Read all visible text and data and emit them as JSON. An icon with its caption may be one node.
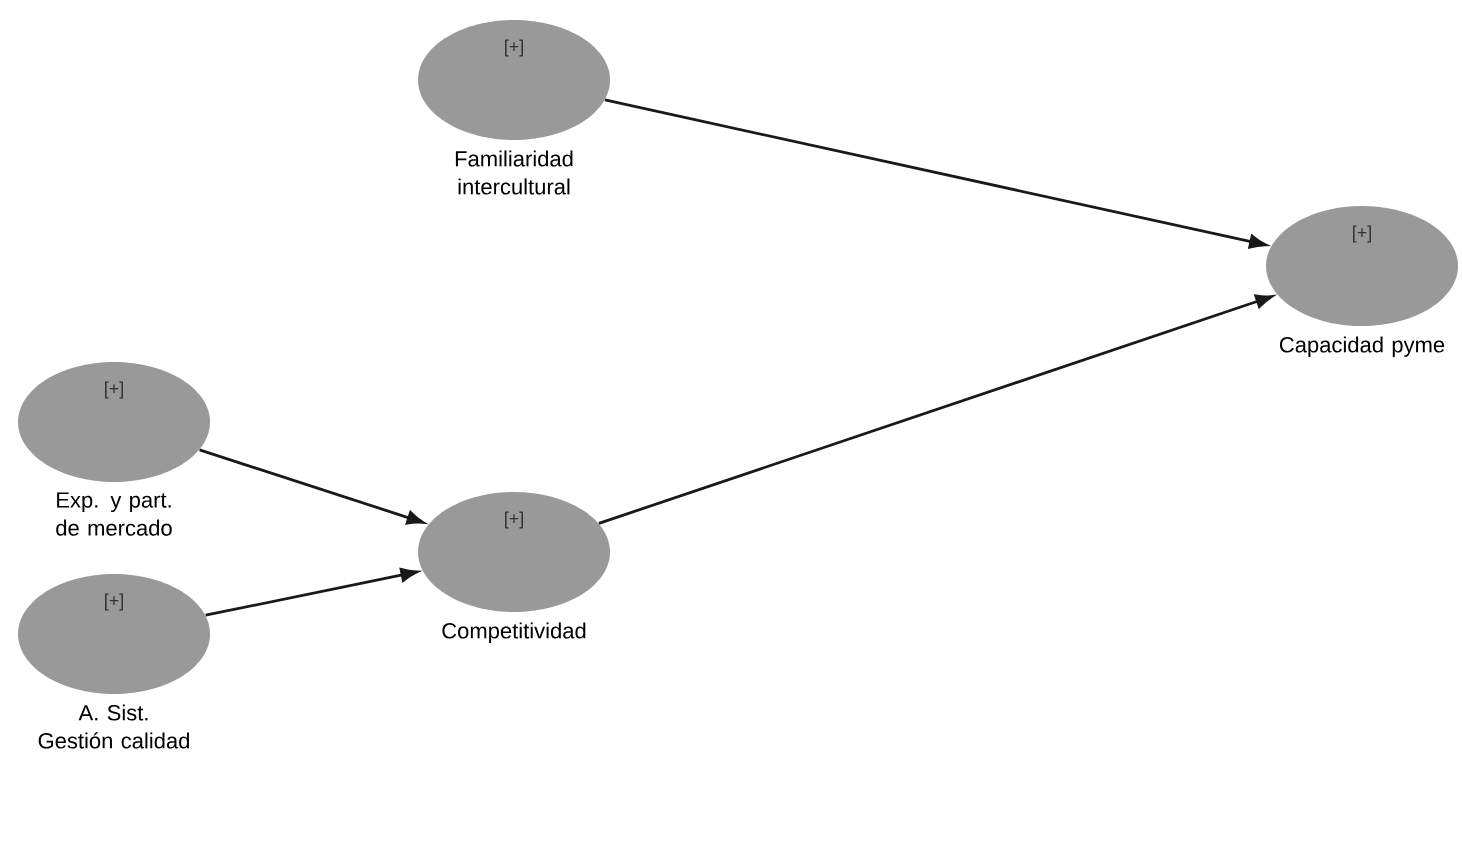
{
  "diagram": {
    "nodes": [
      {
        "text": [
          "[+]",
          "Familiaridad intercultural"
        ]
      },
      {
        "text": [
          "[+]",
          "Capacidad pyme"
        ]
      },
      {
        "text": [
          "[+]",
          "Exp. y part. de mercado"
        ]
      },
      {
        "text": [
          "[+]",
          "Competitividad"
        ]
      },
      {
        "text": [
          "[+]",
          "A. Sist. Gestión calidad"
        ]
      }
    ],
    "edges": [
      {
        "from": 0,
        "to": 1,
        "arrow": "to"
      },
      {
        "from": 3,
        "to": 1,
        "arrow": "to"
      },
      {
        "from": 2,
        "to": 3,
        "arrow": "to"
      },
      {
        "from": 4,
        "to": 3,
        "arrow": "to"
      }
    ]
  }
}
